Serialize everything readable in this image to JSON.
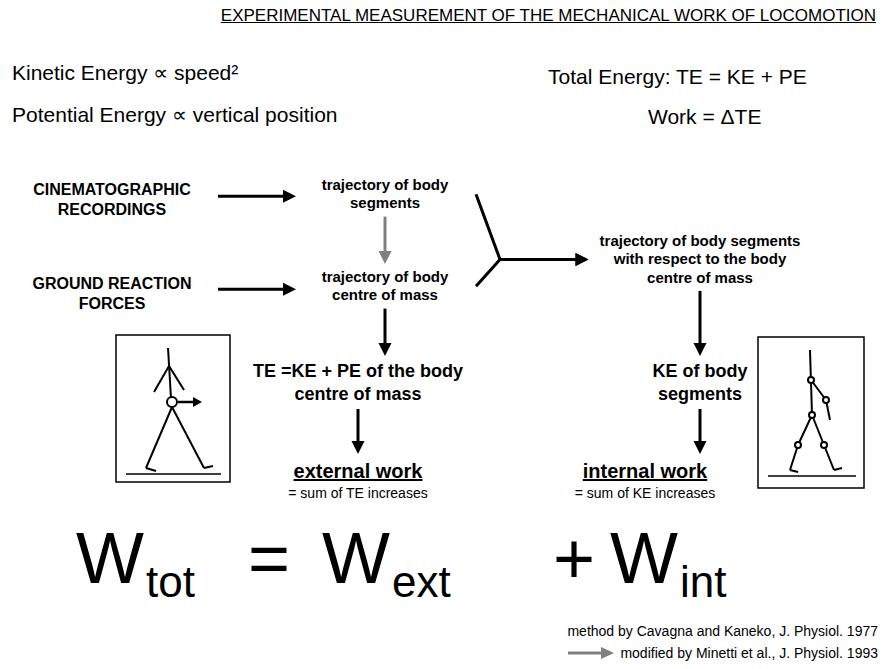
{
  "diagram": {
    "title": "EXPERIMENTAL MEASUREMENT OF THE MECHANICAL WORK OF LOCOMOTION",
    "nodes": [
      {
        "text": [
          "CINEMATOGRAPHIC RECORDINGS"
        ]
      },
      {
        "text": [
          "trajectory of body segments"
        ]
      },
      {
        "text": [
          "GROUND REACTION FORCES"
        ]
      },
      {
        "text": [
          "trajectory of body centre of mass"
        ]
      },
      {
        "text": [
          "trajectory of body segments with respect to the body centre of mass"
        ]
      },
      {
        "text": [
          "TE =KE + PE of the body centre of mass"
        ]
      },
      {
        "text": [
          "KE of body segments"
        ]
      },
      {
        "text": [
          "external work",
          "= sum of TE increases"
        ]
      },
      {
        "text": [
          "internal work",
          "= sum of KE increases"
        ]
      }
    ],
    "edges": [
      {
        "from": 0,
        "to": 1,
        "arrow": "to"
      },
      {
        "from": 2,
        "to": 3,
        "arrow": "to"
      },
      {
        "from": 1,
        "to": 3,
        "arrow": "to"
      },
      {
        "from": 1,
        "to": 4,
        "arrow": "to"
      },
      {
        "from": 3,
        "to": 4,
        "arrow": "to"
      },
      {
        "from": 3,
        "to": 5,
        "arrow": "to"
      },
      {
        "from": 5,
        "to": 7,
        "arrow": "to"
      },
      {
        "from": 4,
        "to": 6,
        "arrow": "to"
      },
      {
        "from": 6,
        "to": 8,
        "arrow": "to"
      }
    ],
    "labels": [
      "Kinetic Energy ∝ speed²",
      "Total Energy: TE = KE + PE",
      "Potential Energy ∝ vertical position",
      "Work = ΔTE",
      "W",
      "tot",
      "=",
      "W",
      "ext",
      "+",
      "W",
      "int",
      "method by Cavagna and Kaneko, J. Physiol. 1977",
      "modified by Minetti et al., J. Physiol. 1993"
    ]
  }
}
